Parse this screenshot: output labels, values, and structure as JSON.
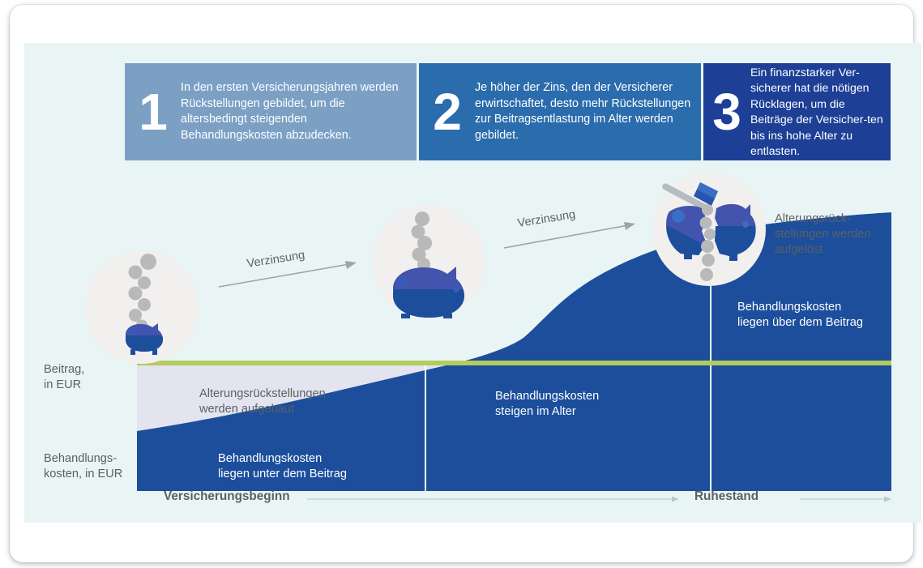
{
  "infographic": {
    "title_boxes": [
      {
        "number": "1",
        "text": "In den ersten Versicherungsjahren werden Rückstellungen gebildet, um die altersbedingt steigenden Behandlungskosten abzudecken.",
        "color": "#7ba0c4"
      },
      {
        "number": "2",
        "text": "Je höher der Zins, den der Versicherer erwirtschaftet, desto mehr Rückstellungen zur Beitragsentlastung im Alter werden gebildet.",
        "color": "#2b6cad"
      },
      {
        "number": "3",
        "text": "Ein finanzstarker Ver-sicherer hat die nötigen Rücklagen, um die Beiträge der Versicher-ten bis ins hohe Alter zu entlasten.",
        "color": "#1d3f96"
      }
    ],
    "illustrations": [
      {
        "name": "piggy-bank-filling-small",
        "caption": ""
      },
      {
        "name": "piggy-bank-filling-large",
        "caption": ""
      },
      {
        "name": "piggy-bank-broken-hammer",
        "caption": "Alterungsrück-\nstellungen werden\naufgelöst"
      }
    ],
    "arrows": [
      {
        "name": "verzinsung-arrow-1",
        "label": "Verzinsung"
      },
      {
        "name": "verzinsung-arrow-2",
        "label": "Verzinsung"
      }
    ],
    "axis": {
      "y_top_label": "Beitrag,\nin EUR",
      "y_bottom_label": "Behandlungs-\nkosten, in EUR",
      "x_start_label": "Versicherungsbeginn",
      "x_end_label": "Ruhestand"
    },
    "chart_labels": {
      "reserves_build": "Alterungsrückstellungen\nwerden aufgebaut",
      "costs_below": "Behandlungskosten\nliegen unter dem Beitrag",
      "costs_rise": "Behandlungskosten\nsteigen im Alter",
      "costs_above": "Behandlungskosten\nliegen über dem Beitrag",
      "reserves_released": "Alterungsrück-\nstellungen werden\naufgelöst"
    },
    "colors": {
      "panel_background": "#e9f5f4",
      "cost_area": "#1c4e9c",
      "reserve_area": "#e3e4ef",
      "contribution_line": "#b2cd5e",
      "box_1": "#7ba0c4",
      "box_2": "#2b6cad",
      "box_3": "#1d3f96",
      "text_grey": "#5c6063",
      "illustration_circle": "#f2f0ef",
      "coin_grey": "#b9b9b9"
    }
  },
  "chart_data": {
    "type": "area",
    "title": "",
    "xlabel": "",
    "ylabel": "Beitrag / Behandlungskosten, in EUR",
    "xlim": [
      0,
      100
    ],
    "ylim": [
      0,
      100
    ],
    "grid": false,
    "legend": "none",
    "x": [
      0,
      10,
      20,
      30,
      40,
      50,
      60,
      70,
      80,
      90,
      100
    ],
    "series": [
      {
        "name": "Behandlungskosten, in EUR",
        "type": "area",
        "color": "#1c4e9c",
        "values": [
          18,
          20,
          23,
          27,
          33,
          41,
          51,
          62,
          72,
          80,
          85
        ]
      },
      {
        "name": "Beitrag, in EUR",
        "type": "line",
        "color": "#b2cd5e",
        "values": [
          45,
          45,
          45,
          45,
          45,
          45,
          45,
          45,
          45,
          45,
          45
        ]
      }
    ],
    "annotations": [
      {
        "text": "Alterungsrückstellungen werden aufgebaut",
        "x": 12,
        "y": 38
      },
      {
        "text": "Behandlungskosten liegen unter dem Beitrag",
        "x": 14,
        "y": 14
      },
      {
        "text": "Behandlungskosten steigen im Alter",
        "x": 52,
        "y": 36
      },
      {
        "text": "Behandlungskosten liegen über dem Beitrag",
        "x": 83,
        "y": 62
      },
      {
        "text": "Alterungsrückstellungen werden aufgelöst",
        "x": 88,
        "y": 92
      }
    ],
    "dividers": [
      38,
      76
    ],
    "crossover_x": 52
  }
}
